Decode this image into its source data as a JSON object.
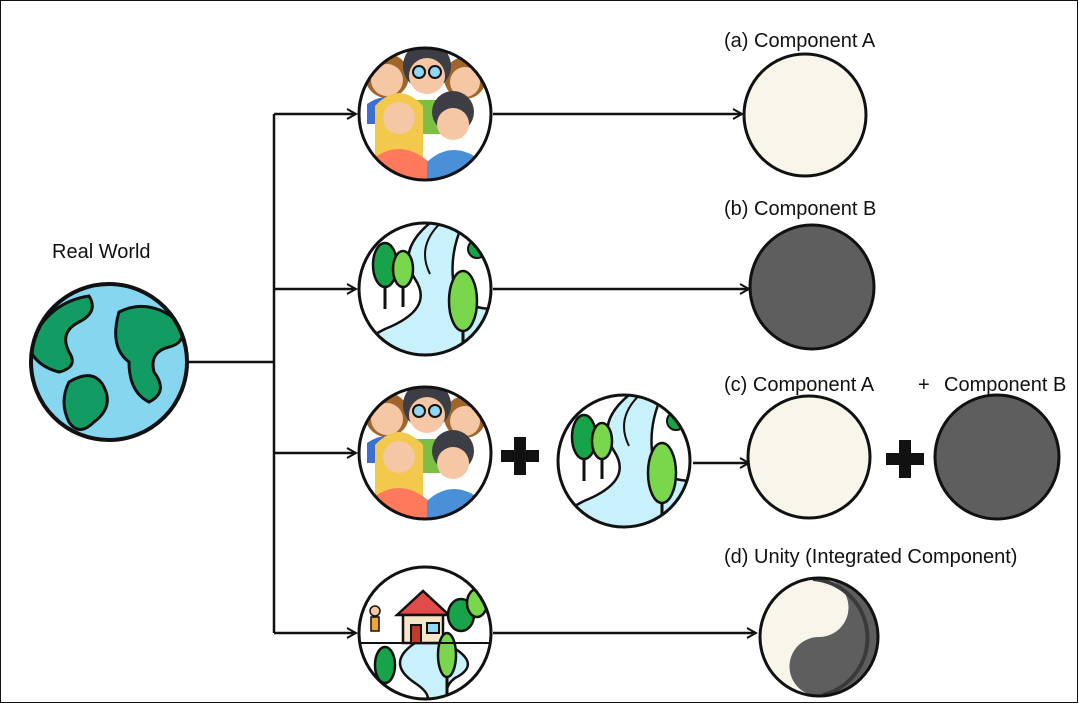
{
  "labels": {
    "real_world": "Real World",
    "a": "(a) Component A",
    "b": "(b) Component B",
    "c_left": "(c) Component A",
    "c_plus": "+",
    "c_right": "Component B",
    "d": "(d) Unity (Integrated Component)"
  },
  "colors": {
    "component_a": "#f8f6ea",
    "component_b": "#5e5e5e",
    "outline": "#111111",
    "ocean": "#86d6f0",
    "land": "#139b64",
    "river": "#c8f1fb",
    "tree_dark": "#16a34a",
    "tree_light": "#7ad64a"
  },
  "icons": {
    "earth": "earth-icon",
    "people": "people-group-icon",
    "nature": "river-trees-icon",
    "community": "village-landscape-icon",
    "plus": "plus-icon",
    "unity": "yin-yang-icon"
  }
}
